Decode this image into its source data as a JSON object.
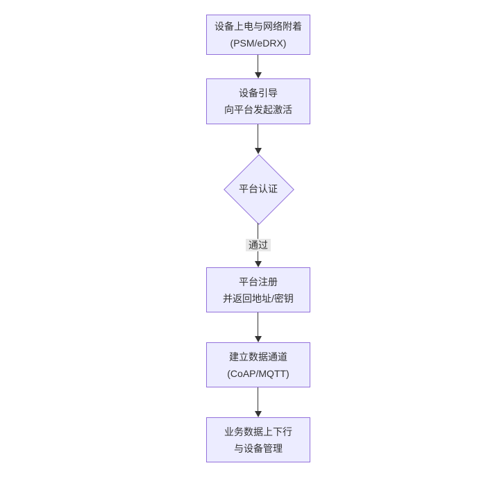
{
  "diagram": {
    "type": "flowchart",
    "direction": "top-down",
    "nodes": [
      {
        "id": "A",
        "shape": "rect",
        "lines": [
          "设备上电与网络附着",
          "(PSM/eDRX)"
        ]
      },
      {
        "id": "B",
        "shape": "rect",
        "lines": [
          "设备引导",
          "向平台发起激活"
        ]
      },
      {
        "id": "C",
        "shape": "diamond",
        "label": "平台认证"
      },
      {
        "id": "D",
        "shape": "rect",
        "lines": [
          "平台注册",
          "并返回地址/密钥"
        ]
      },
      {
        "id": "E",
        "shape": "rect",
        "lines": [
          "建立数据通道",
          "(CoAP/MQTT)"
        ]
      },
      {
        "id": "F",
        "shape": "rect",
        "lines": [
          "业务数据上下行",
          "与设备管理"
        ]
      }
    ],
    "edges": [
      {
        "from": "A",
        "to": "B",
        "label": ""
      },
      {
        "from": "B",
        "to": "C",
        "label": ""
      },
      {
        "from": "C",
        "to": "D",
        "label": "通过"
      },
      {
        "from": "D",
        "to": "E",
        "label": ""
      },
      {
        "from": "E",
        "to": "F",
        "label": ""
      }
    ],
    "colors": {
      "node_fill": "#ECECFF",
      "node_border": "#9370DB",
      "arrow": "#333333",
      "text": "#333333",
      "label_bg": "#e8e8e8",
      "background": "#ffffff"
    }
  }
}
